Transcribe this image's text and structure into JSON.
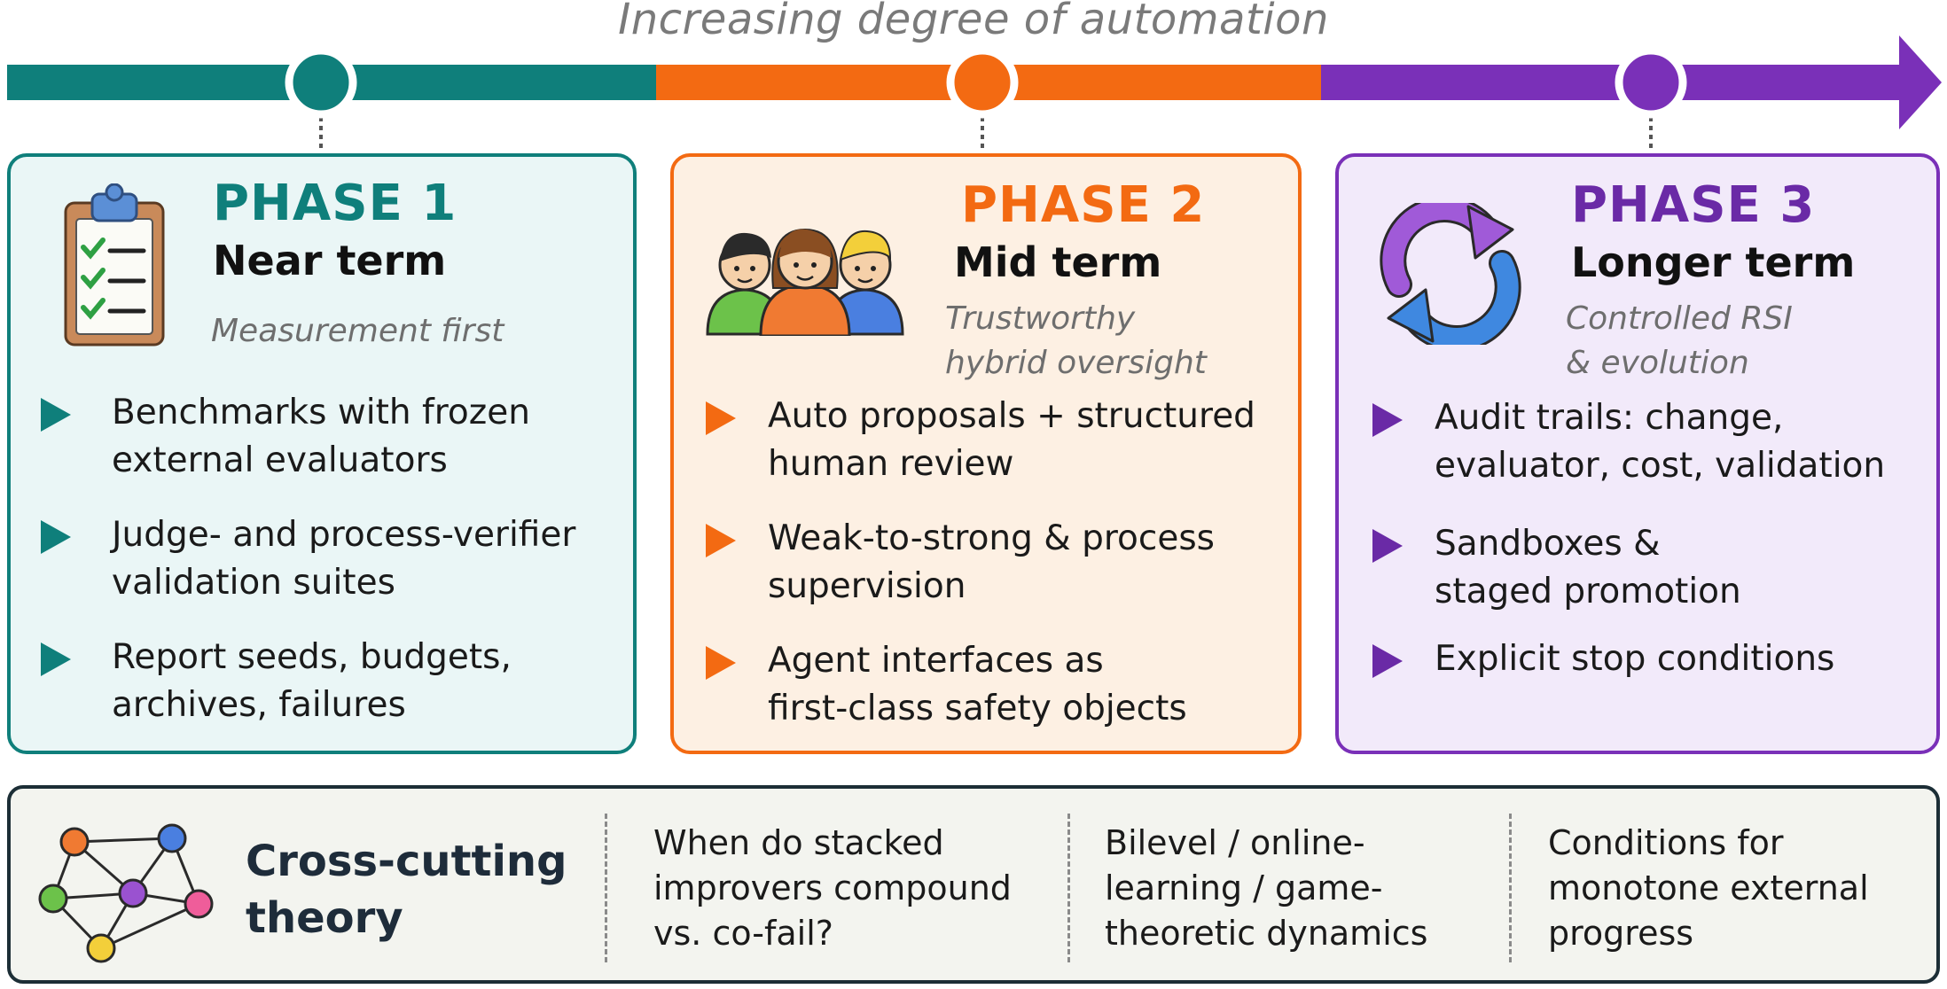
{
  "header": {
    "axis_label": "Increasing degree of automation"
  },
  "colors": {
    "teal": "#0f7f7b",
    "orange": "#f36a12",
    "purple": "#7a30b8",
    "dark": "#1c2e36"
  },
  "phases": [
    {
      "title": "PHASE 1",
      "term": "Near term",
      "subtitle": [
        "Measurement first"
      ],
      "icon": "clipboard-checklist-icon",
      "bullets": [
        [
          "Benchmarks with frozen",
          "external evaluators"
        ],
        [
          "Judge- and process-verifier",
          "validation suites"
        ],
        [
          "Report seeds, budgets,",
          "archives, failures"
        ]
      ]
    },
    {
      "title": "PHASE 2",
      "term": "Mid term",
      "subtitle": [
        "Trustworthy",
        "hybrid oversight"
      ],
      "icon": "people-group-icon",
      "bullets": [
        [
          "Auto proposals + structured",
          "human review"
        ],
        [
          "Weak-to-strong & process",
          "supervision"
        ],
        [
          "Agent interfaces as",
          "first-class safety objects"
        ]
      ]
    },
    {
      "title": "PHASE 3",
      "term": "Longer term",
      "subtitle": [
        "Controlled RSI",
        "& evolution"
      ],
      "icon": "cycle-arrows-icon",
      "bullets": [
        [
          "Audit trails: change,",
          "evaluator, cost, validation"
        ],
        [
          "Sandboxes &",
          "staged promotion"
        ],
        [
          "Explicit stop conditions"
        ]
      ]
    }
  ],
  "cross_cutting": {
    "title": [
      "Cross-cutting",
      "theory"
    ],
    "icon": "network-graph-icon",
    "items": [
      [
        "When do stacked",
        "improvers compound",
        "vs. co-fail?"
      ],
      [
        "Bilevel / online-",
        "learning / game-",
        "theoretic dynamics"
      ],
      [
        "Conditions for",
        "monotone external",
        "progress"
      ]
    ]
  }
}
